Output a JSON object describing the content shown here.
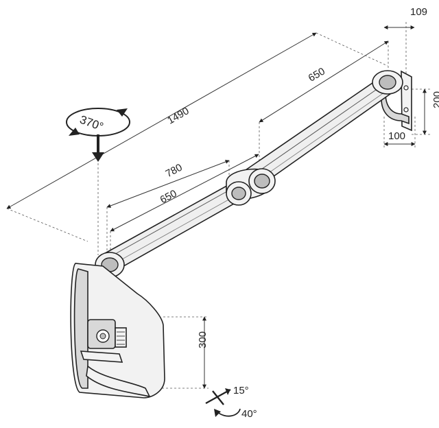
{
  "dimensions": {
    "total_reach": "1490",
    "wall_arm": "650",
    "mid_extent": "780",
    "monitor_arm": "650",
    "wall_depth_offset": "109",
    "wall_plate_height": "200",
    "wall_plate_width": "100",
    "monitor_drop": "300"
  },
  "rotation": {
    "swivel": "370°",
    "tilt": "15°",
    "pan": "40°"
  }
}
